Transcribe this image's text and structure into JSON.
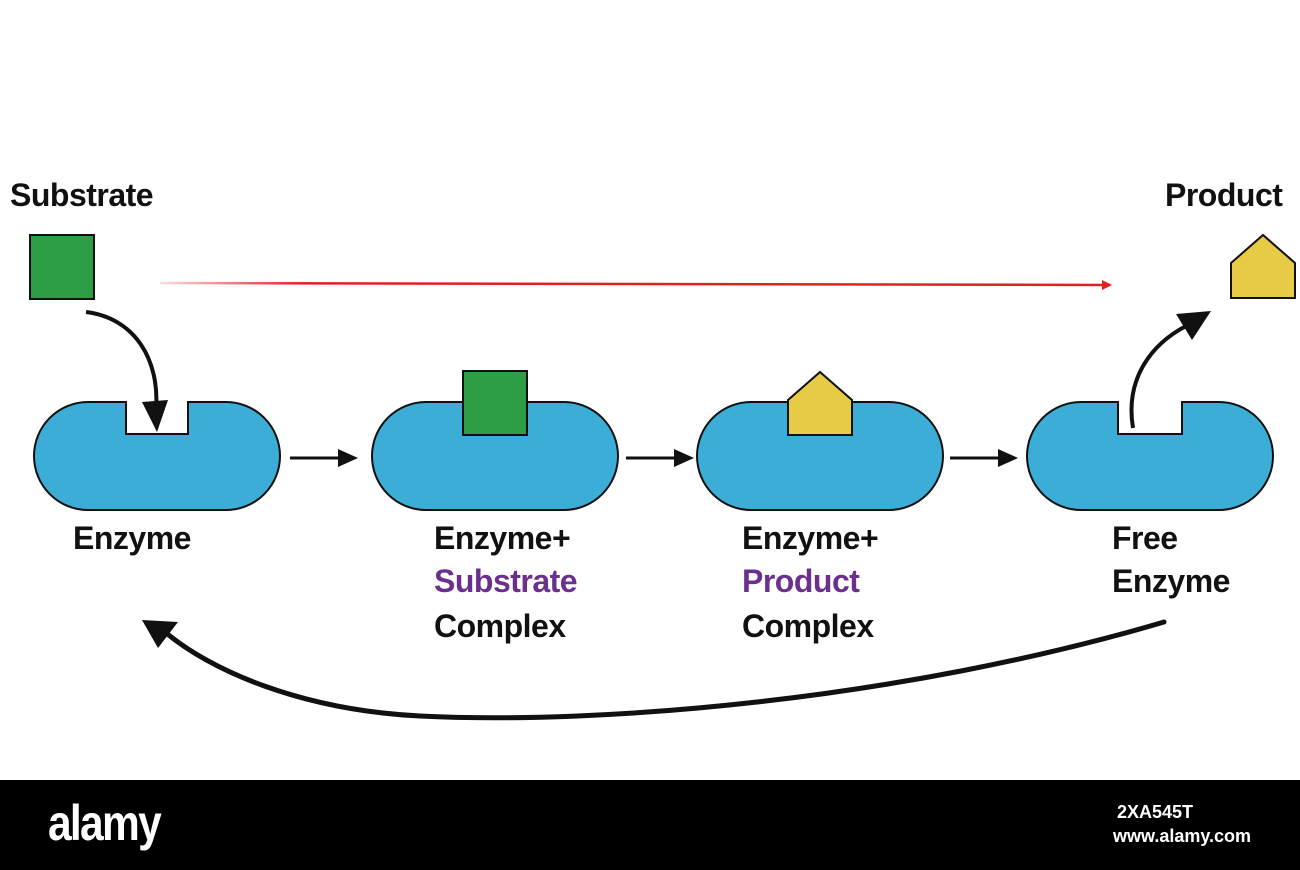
{
  "labels": {
    "substrate_title": "Substrate",
    "product_title": "Product",
    "enzyme": "Enzyme",
    "es_line1": "Enzyme+",
    "es_line2": "Substrate",
    "es_line3": "Complex",
    "ep_line1": "Enzyme+",
    "ep_line2": "Product",
    "ep_line3": "Complex",
    "free_line1": "Free",
    "free_line2": "Enzyme"
  },
  "colors": {
    "enzyme_fill": "#3badd6",
    "substrate_fill": "#2e9e46",
    "product_fill": "#e7cb47",
    "highlight_text": "#6b2f8e",
    "red_arrow": "#e02024",
    "text": "#111111"
  },
  "watermark": {
    "brand": "alamy",
    "image_id": "2XA545T",
    "site": "www.alamy.com"
  }
}
